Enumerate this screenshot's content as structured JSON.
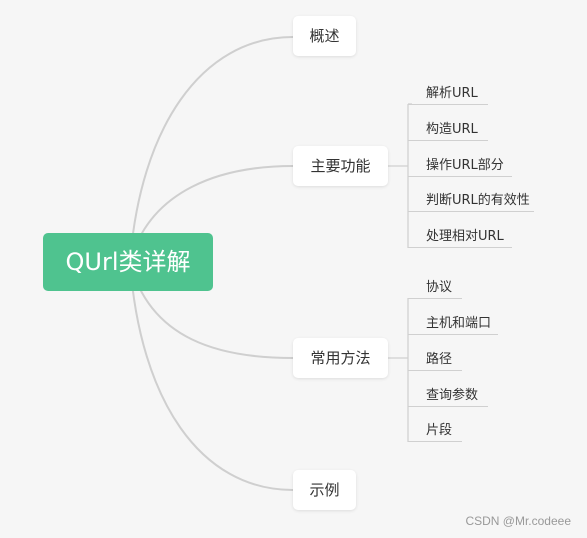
{
  "root": {
    "label": "QUrl类详解",
    "color": "#4fc38f"
  },
  "branches": [
    {
      "label": "概述",
      "children": []
    },
    {
      "label": "主要功能",
      "children": [
        "解析URL",
        "构造URL",
        "操作URL部分",
        "判断URL的有效性",
        "处理相对URL"
      ]
    },
    {
      "label": "常用方法",
      "children": [
        "协议",
        "主机和端口",
        "路径",
        "查询参数",
        "片段"
      ]
    },
    {
      "label": "示例",
      "children": []
    }
  ],
  "watermark": "CSDN @Mr.codeee",
  "colors": {
    "background": "#f6f6f6",
    "connector": "#cfcfcf",
    "text": "#333333"
  }
}
